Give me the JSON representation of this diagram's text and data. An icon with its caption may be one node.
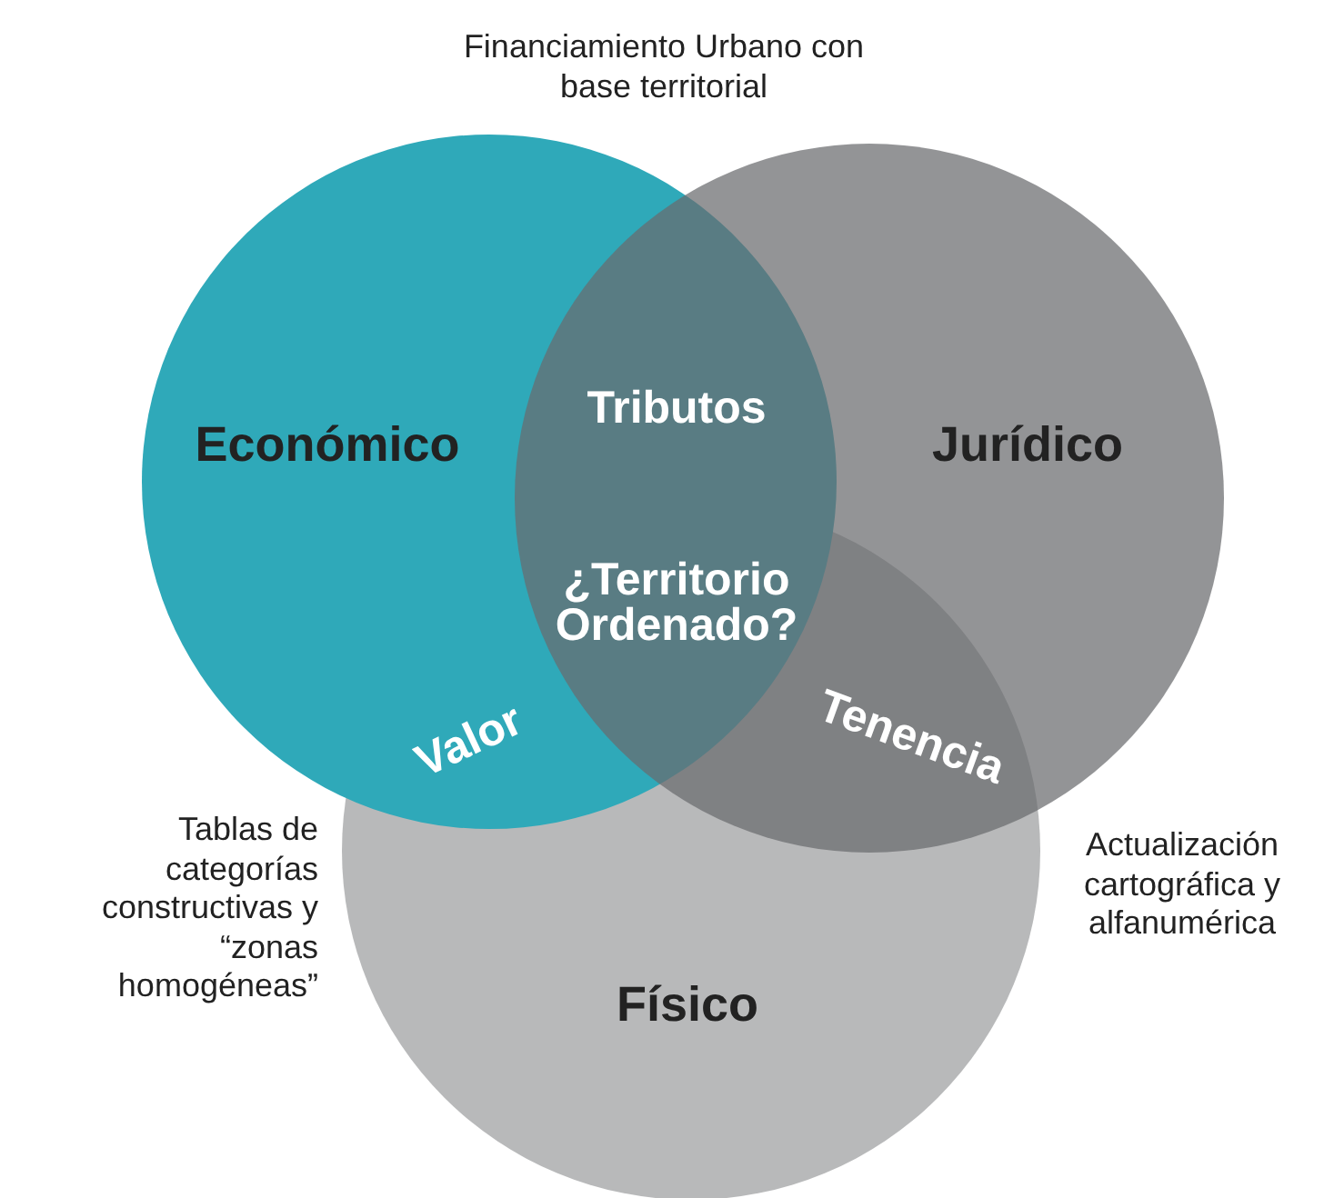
{
  "diagram": {
    "nodes": [
      {
        "text": [
          "Económico"
        ]
      },
      {
        "text": [
          "Jurídico"
        ]
      },
      {
        "text": [
          "Físico"
        ]
      }
    ],
    "labels": [
      "Financiamiento Urbano con base territorial",
      "Tributos",
      "¿Territorio Ordenado?",
      "Valor",
      "Tenencia",
      "Tablas de categorías constructivas y “zonas homogéneas”",
      "Actualización cartográfica y alfanumérica"
    ]
  }
}
